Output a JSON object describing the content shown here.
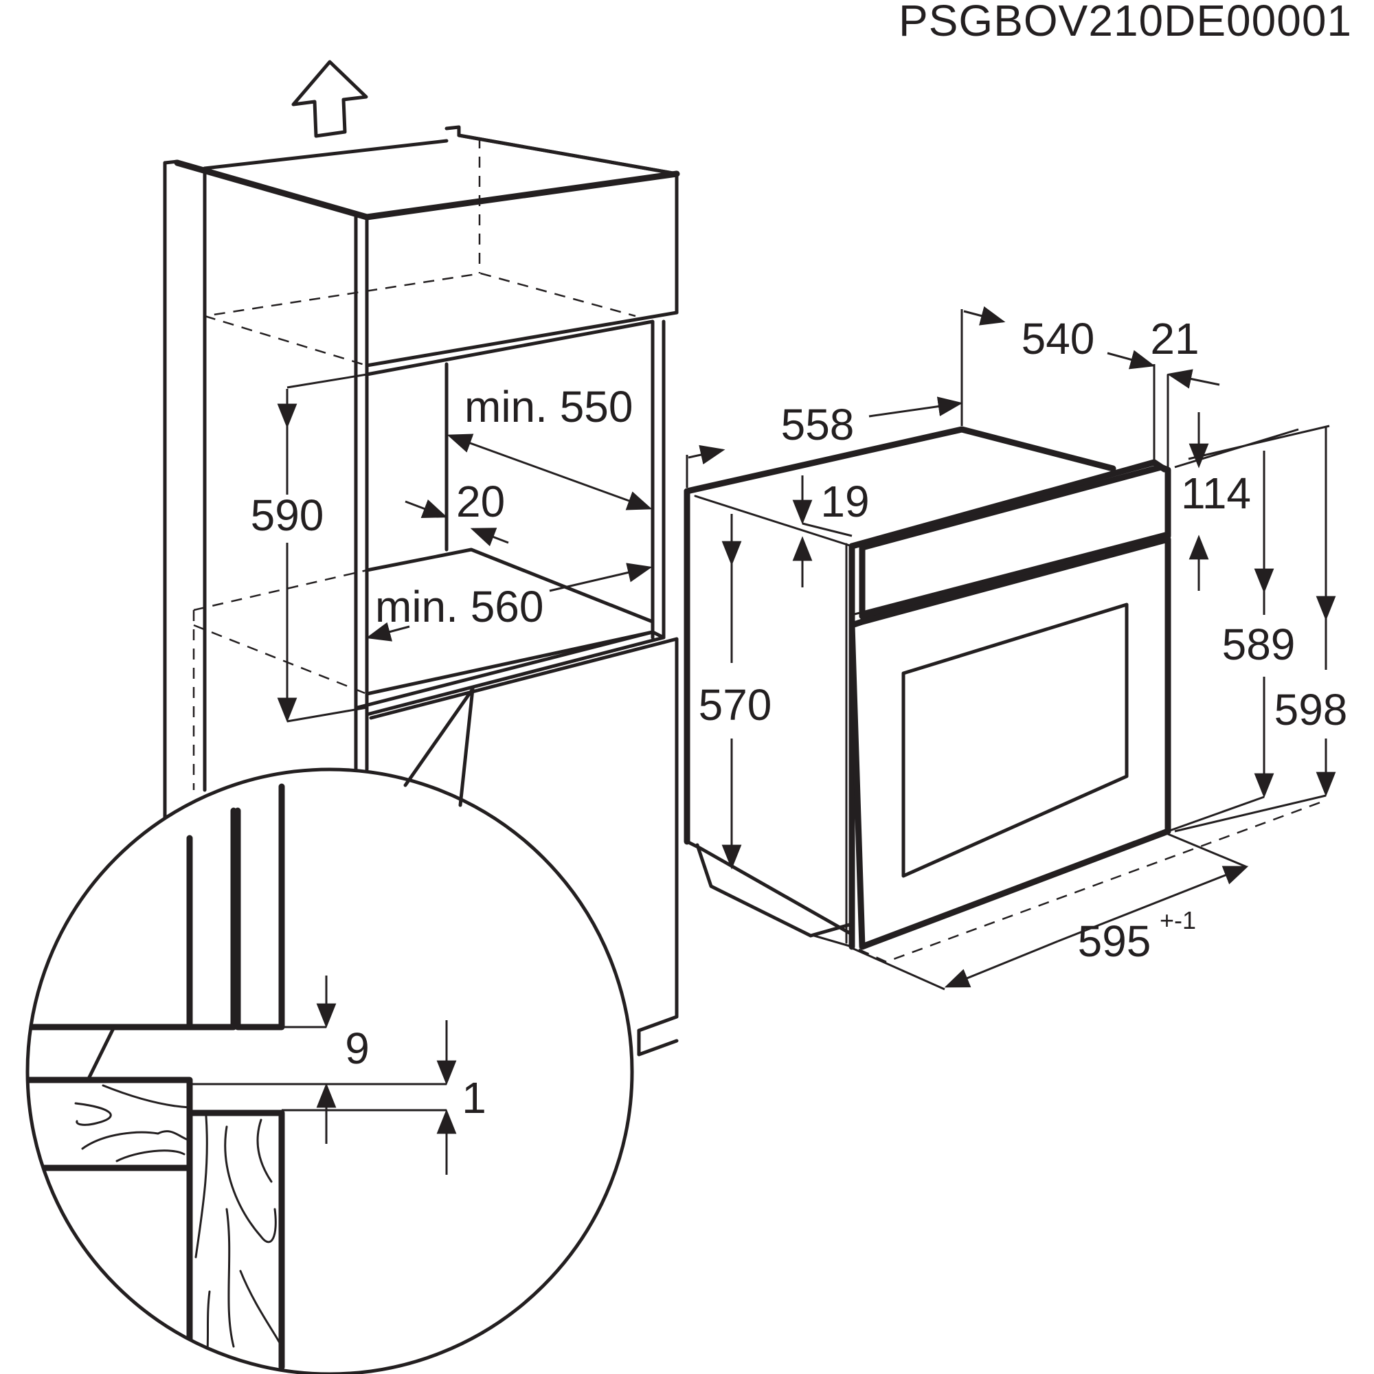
{
  "document_code": "PSGBOV210DE00001",
  "niche_dimensions": {
    "height_590": "590",
    "depth_min_550": "min. 550",
    "gap_20": "20",
    "width_min_560": "min. 560"
  },
  "oven_dimensions": {
    "depth_540": "540",
    "front_21": "21",
    "side_558": "558",
    "top_19": "19",
    "height_570": "570",
    "panel_114": "114",
    "door_589": "589",
    "overall_598": "598",
    "width_595": "595",
    "width_tolerance": "+-1"
  },
  "detail_dimensions": {
    "gap_9": "9",
    "gap_1": "1"
  },
  "icons": {
    "airflow": "up-arrow-icon",
    "wood": "wood-grain-icon"
  },
  "colors": {
    "line": "#231f20",
    "background": "#ffffff"
  }
}
